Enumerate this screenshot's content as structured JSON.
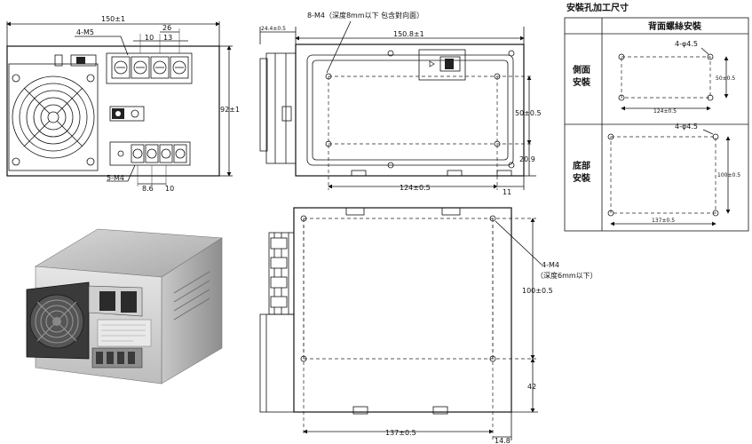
{
  "front_view": {
    "width_label": "150±1",
    "height_label": "92±1",
    "top_terminal_label": "4-M5",
    "top_dim_26": "26",
    "top_dim_10": "10",
    "top_dim_13": "13",
    "bottom_terminal_label": "5-M4",
    "bottom_dim_86": "8.6",
    "bottom_dim_10": "10"
  },
  "side_view": {
    "depth_offset_label": "24.4±0.5",
    "length_label": "150.8±1",
    "screw_label": "8-M4（深度8mm以下 包含對向面）",
    "hole_pitch_label": "124±0.5",
    "hole_height_label": "50±0.5",
    "bottom_offset_label": "20.9",
    "end_offset_label": "11"
  },
  "bottom_view": {
    "screw_label_1": "4-M4",
    "screw_label_2": "（深度6mm以下）",
    "hole_pitch_label": "137±0.5",
    "hole_height_label": "100±0.5",
    "side_offset_label": "42",
    "end_offset_label": "14.8"
  },
  "mount_table": {
    "title": "安裝孔加工尺寸",
    "header": "背面螺絲安裝",
    "rows": [
      {
        "label_line1": "側面",
        "label_line2": "安裝",
        "hole_label": "4-φ4.5",
        "width_label": "124±0.5",
        "height_label": "50±0.5"
      },
      {
        "label_line1": "底部",
        "label_line2": "安裝",
        "hole_label": "4-φ4.5",
        "width_label": "137±0.5",
        "height_label": "100±0.5"
      }
    ]
  }
}
